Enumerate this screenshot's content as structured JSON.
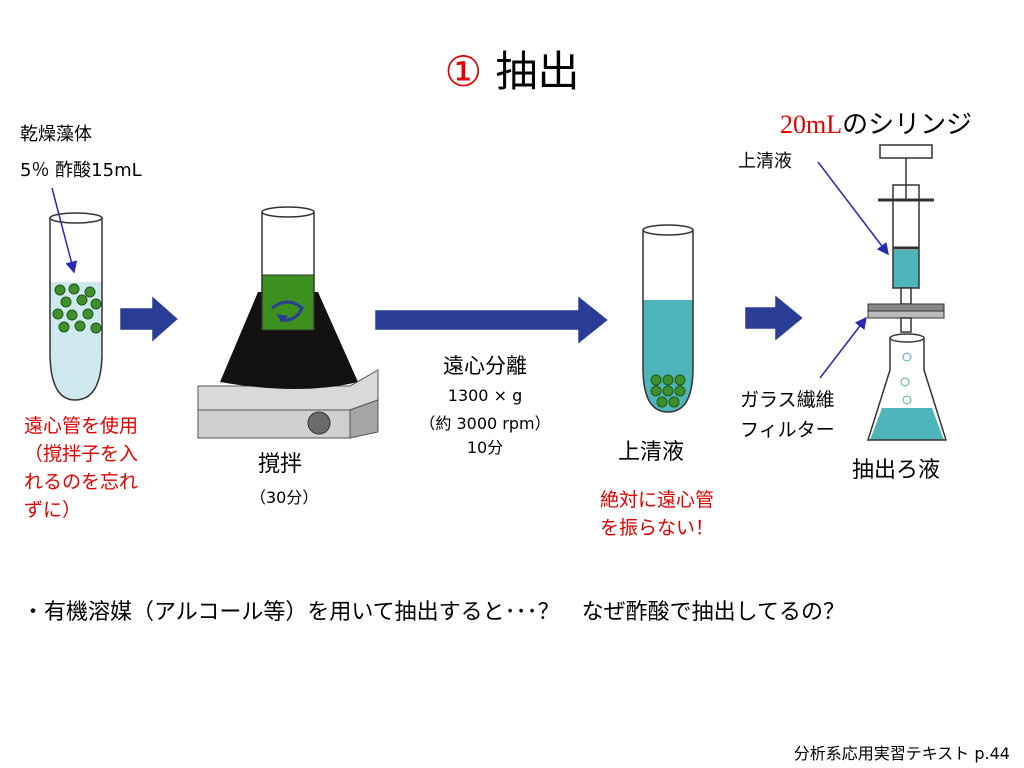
{
  "title": {
    "number": "①",
    "text": "抽出"
  },
  "tube1": {
    "label_line1": "乾燥藻体",
    "label_line2": "5％ 酢酸15mL"
  },
  "tube1_note": {
    "line1": "遠心管を使用",
    "line2": "（撹拌子を入",
    "line3": "れるのを忘れ",
    "line4": "ずに）"
  },
  "stir": {
    "label": "撹拌",
    "time": "（30分）"
  },
  "centrifuge": {
    "label": "遠心分離",
    "line1": "1300 × g",
    "line2": "（約 3000 rpm）",
    "line3": "10分"
  },
  "supernatant": {
    "label": "上清液"
  },
  "warning": {
    "line1": "絶対に遠心管",
    "line2": "を振らない！"
  },
  "syringe": {
    "volume": "20mL",
    "suffix": "のシリンジ",
    "content_label": "上清液"
  },
  "filter": {
    "line1": "ガラス繊維",
    "line2": "フィルター"
  },
  "filtrate": {
    "label": "抽出ろ液"
  },
  "question": "・有機溶媒（アルコール等）を用いて抽出すると･･･？　なぜ酢酸で抽出してるの？",
  "footer": "分析系応用実習テキスト p.44",
  "colors": {
    "arrow_fill": "#2a3d96",
    "liquid_light": "#cde9ee",
    "liquid_teal": "#4eb6bb",
    "algae": "#3f8f2c",
    "stir_green": "#3d8f1f",
    "label_red": "#e00000",
    "pointer": "#2a2ab0"
  }
}
